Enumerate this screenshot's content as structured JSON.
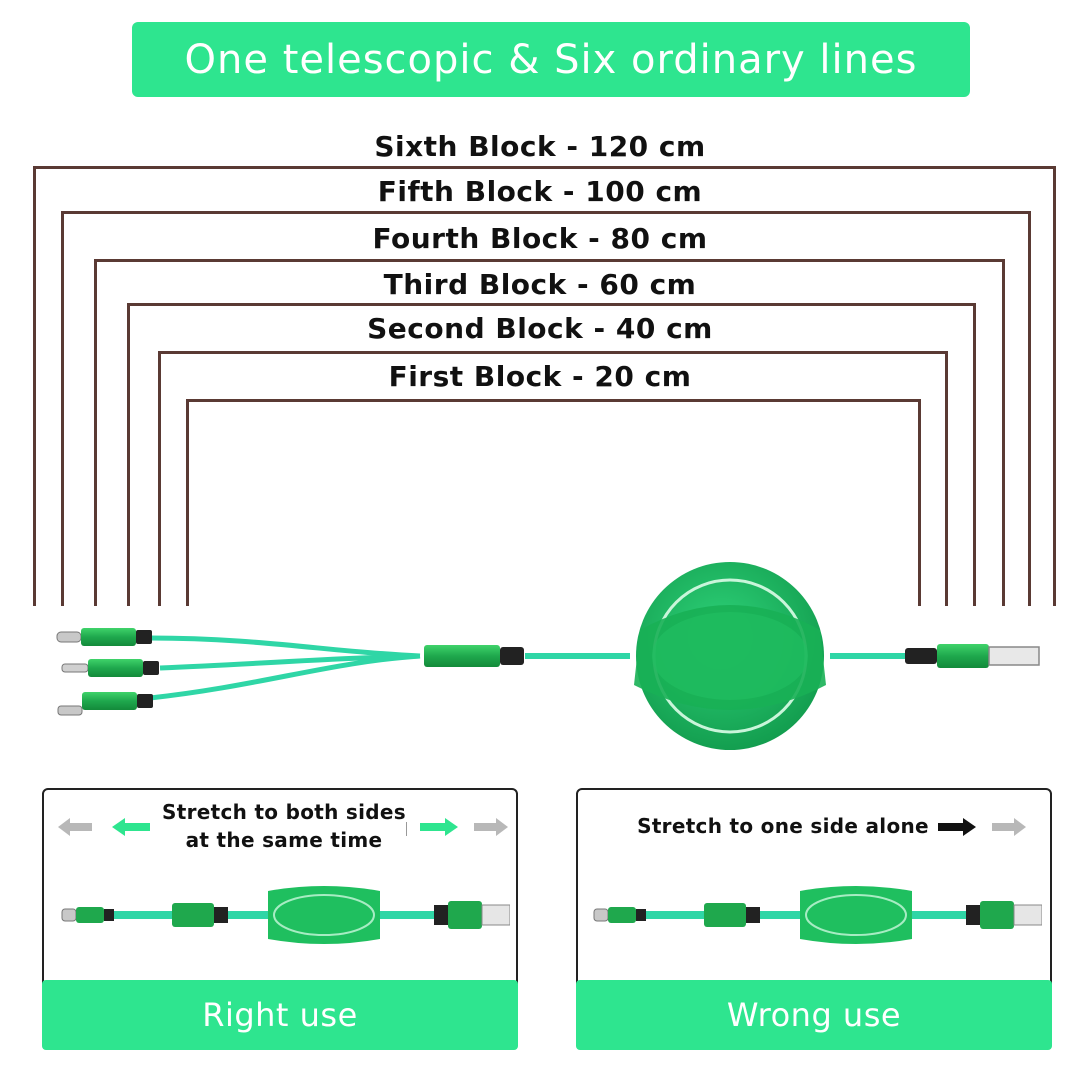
{
  "colors": {
    "accent": "#2ee58f",
    "cable": "#2fd6a6",
    "connector": "#1fa84d",
    "bracket": "#5a3a34",
    "gray_arrow": "#b8b8b8",
    "black_arrow": "#111111"
  },
  "header": {
    "title": "One telescopic & Six ordinary lines"
  },
  "blocks": [
    {
      "label": "Sixth Block - 120 cm"
    },
    {
      "label": "Fifth Block - 100 cm"
    },
    {
      "label": "Fourth Block - 80 cm"
    },
    {
      "label": "Third Block - 60 cm"
    },
    {
      "label": "Second Block - 40 cm"
    },
    {
      "label": "First Block - 20 cm"
    }
  ],
  "panels": {
    "right": {
      "caption_line1": "Stretch to both sides",
      "caption_line2": "at the same time",
      "footer": "Right use",
      "icons": [
        "arrow-left-gray-icon",
        "arrow-left-green-icon",
        "arrow-right-green-icon",
        "arrow-right-gray-icon"
      ]
    },
    "wrong": {
      "caption": "Stretch to one side alone",
      "footer": "Wrong use",
      "icons": [
        "arrow-right-black-icon",
        "arrow-right-gray-icon"
      ]
    }
  }
}
